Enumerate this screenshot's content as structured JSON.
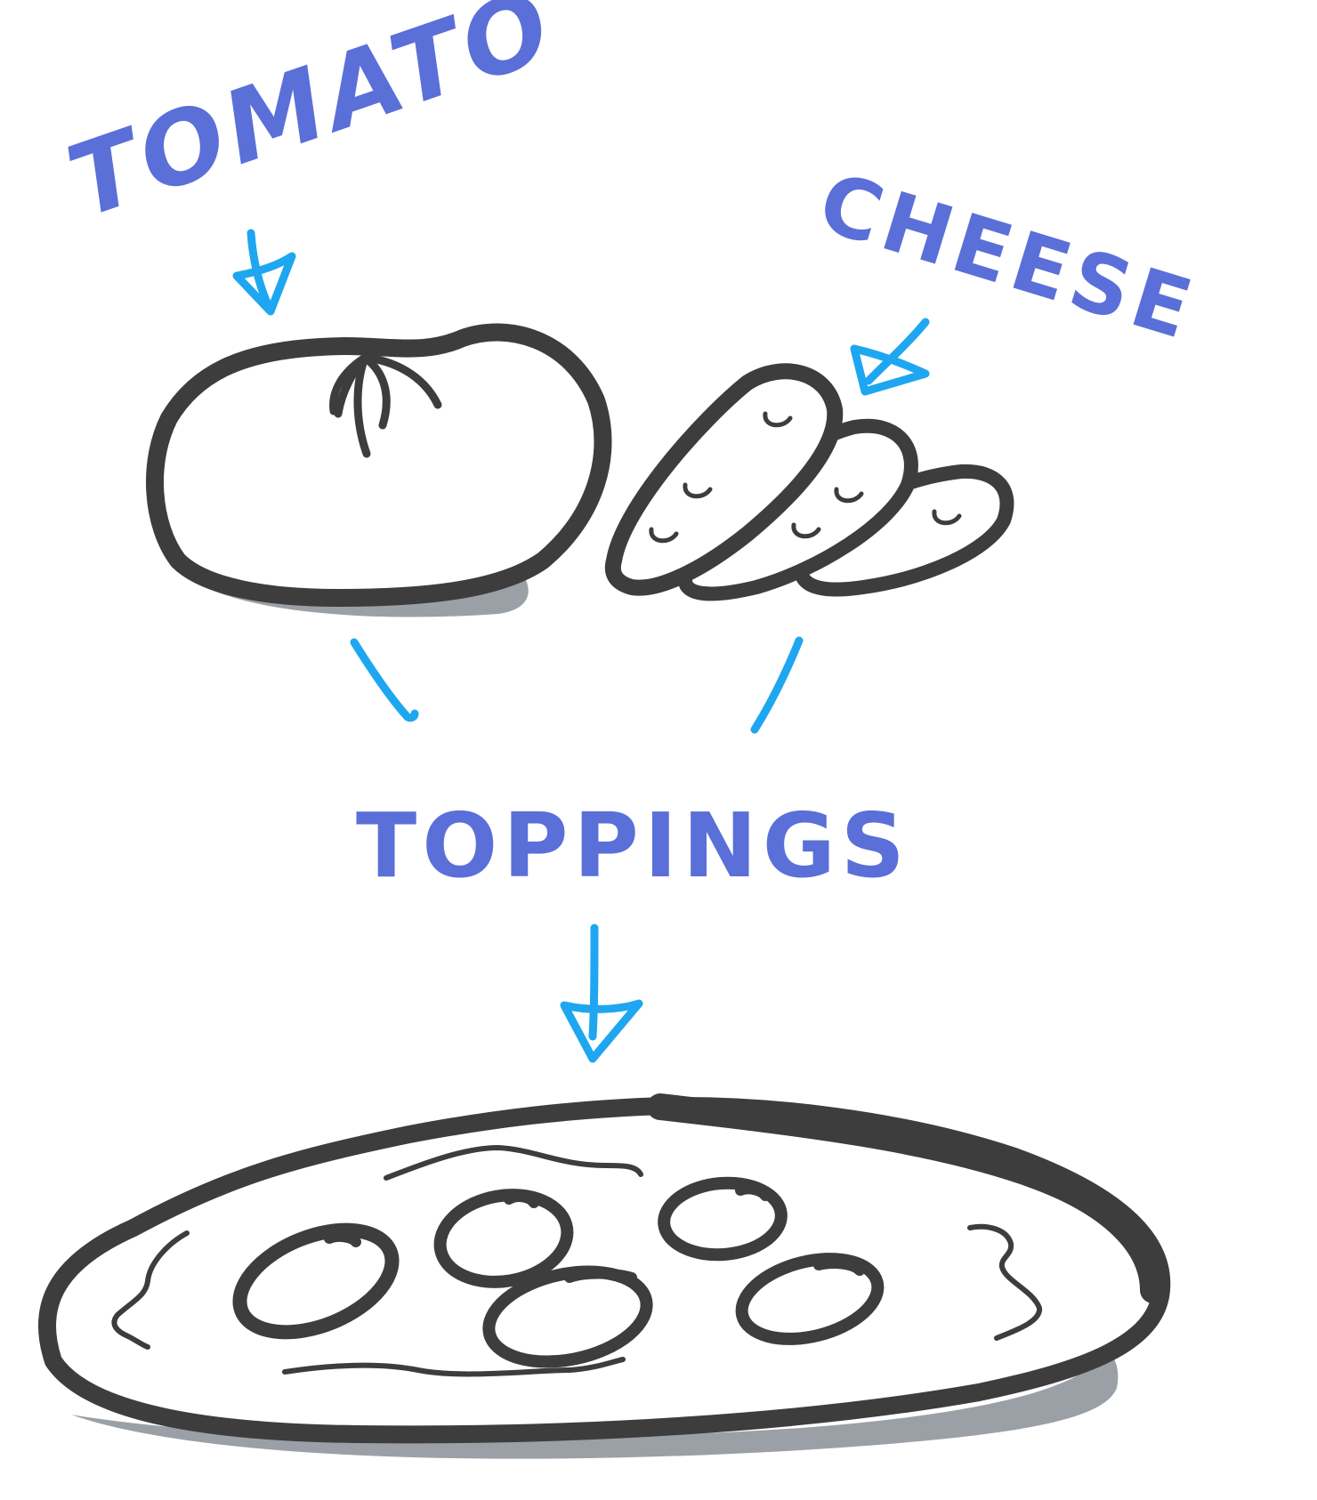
{
  "labels": {
    "tomato": "TOMATO",
    "cheese": "CHEESE",
    "toppings": "TOPPINGS"
  },
  "colors": {
    "label_text": "#5b6fd8",
    "arrow": "#1ea7f0",
    "ink": "#3d3d3d",
    "shadow": "#9aa0a6",
    "background": "#ffffff"
  }
}
